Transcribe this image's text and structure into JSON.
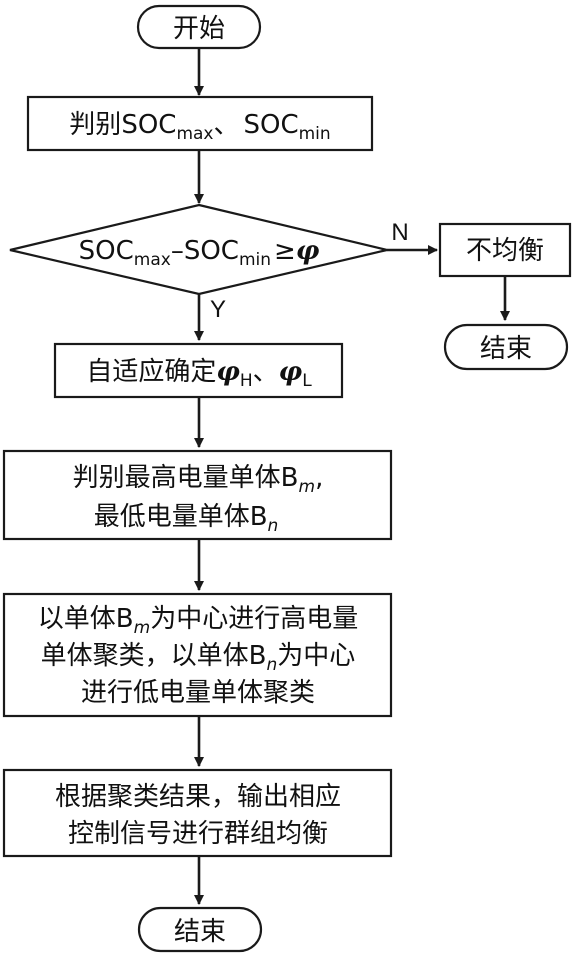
{
  "nodes": {
    "start": "开始",
    "identify_soc": {
      "prefix": "判别",
      "soc": "SOC",
      "max": "max",
      "sep": "、",
      "min": "min"
    },
    "decision": {
      "soc": "SOC",
      "max": "max",
      "minus": "–",
      "min": "min",
      "geq": "≥",
      "phi": "φ"
    },
    "no_balance": "不均衡",
    "end_right": "结束",
    "adaptive": {
      "prefix": "自适应确定",
      "phi": "φ",
      "h": "H",
      "sep": "、",
      "l": "L"
    },
    "identify_cells": {
      "line1_prefix": "判别最高电量单体B",
      "m": "m",
      "comma": ",",
      "line2_prefix": "最低电量单体B",
      "n": "n"
    },
    "cluster": {
      "l1_a": "以单体B",
      "m": "m",
      "l1_b": "为中心进行高电量",
      "l2_a": "单体聚类，以单体B",
      "n": "n",
      "l2_b": "为中心",
      "l3": "进行低电量单体聚类"
    },
    "output": {
      "line1": "根据聚类结果，输出相应",
      "line2": "控制信号进行群组均衡"
    },
    "end_bottom": "结束"
  },
  "labels": {
    "no": "N",
    "yes": "Y"
  }
}
